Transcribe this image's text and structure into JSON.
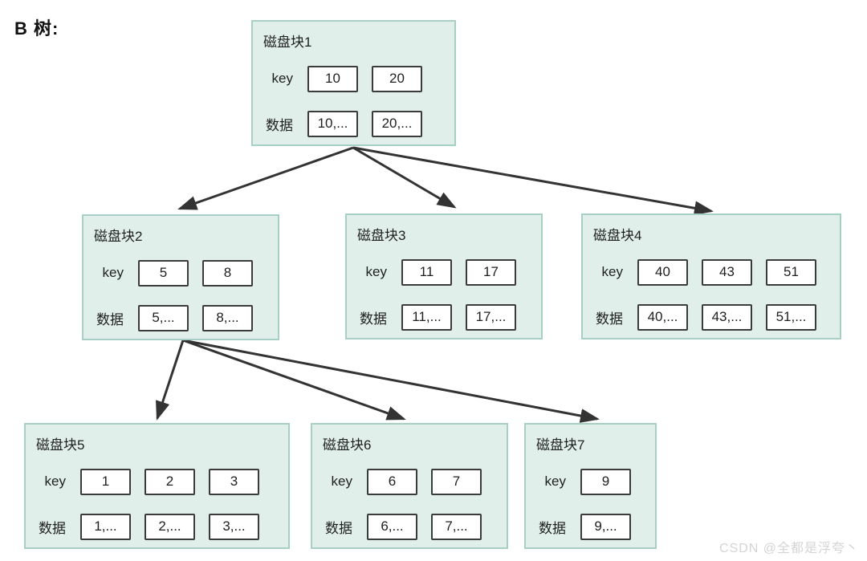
{
  "page_title": "B 树:",
  "watermark": "CSDN @全都是浮夸丶",
  "row_labels": {
    "key": "key",
    "data": "数据"
  },
  "colors": {
    "node_fill": "#e0efea",
    "node_border": "#a8cfc5",
    "cell_border": "#3b3b3b",
    "arrow": "#333333",
    "watermark": "#d4d4d4"
  },
  "diagram": {
    "type": "b-tree",
    "nodes": [
      {
        "id": "disk-block-1",
        "title": "磁盘块1",
        "keys": [
          "10",
          "20"
        ],
        "data": [
          "10,...",
          "20,..."
        ]
      },
      {
        "id": "disk-block-2",
        "title": "磁盘块2",
        "keys": [
          "5",
          "8"
        ],
        "data": [
          "5,...",
          "8,..."
        ]
      },
      {
        "id": "disk-block-3",
        "title": "磁盘块3",
        "keys": [
          "11",
          "17"
        ],
        "data": [
          "11,...",
          "17,..."
        ]
      },
      {
        "id": "disk-block-4",
        "title": "磁盘块4",
        "keys": [
          "40",
          "43",
          "51"
        ],
        "data": [
          "40,...",
          "43,...",
          "51,..."
        ]
      },
      {
        "id": "disk-block-5",
        "title": "磁盘块5",
        "keys": [
          "1",
          "2",
          "3"
        ],
        "data": [
          "1,...",
          "2,...",
          "3,..."
        ]
      },
      {
        "id": "disk-block-6",
        "title": "磁盘块6",
        "keys": [
          "6",
          "7"
        ],
        "data": [
          "6,...",
          "7,..."
        ]
      },
      {
        "id": "disk-block-7",
        "title": "磁盘块7",
        "keys": [
          "9"
        ],
        "data": [
          "9,..."
        ]
      }
    ],
    "edges": [
      {
        "from": "disk-block-1",
        "to": "disk-block-2"
      },
      {
        "from": "disk-block-1",
        "to": "disk-block-3"
      },
      {
        "from": "disk-block-1",
        "to": "disk-block-4"
      },
      {
        "from": "disk-block-2",
        "to": "disk-block-5"
      },
      {
        "from": "disk-block-2",
        "to": "disk-block-6"
      },
      {
        "from": "disk-block-2",
        "to": "disk-block-7"
      }
    ]
  }
}
